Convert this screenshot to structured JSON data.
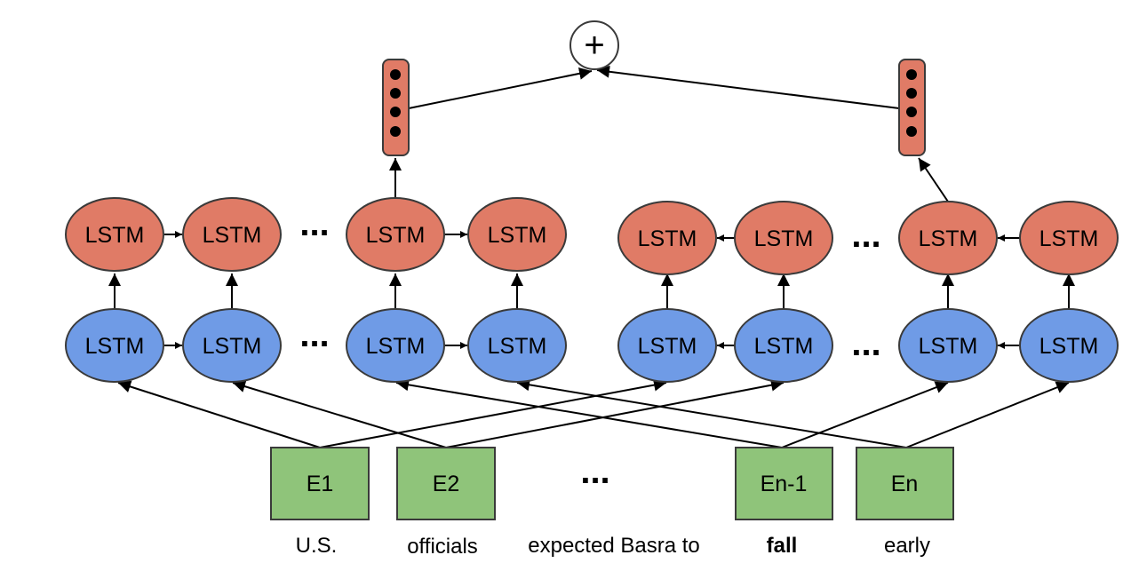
{
  "colors": {
    "forward_lstm": "#e07b66",
    "backward_input_lstm": "#6f9be6",
    "embedding": "#8fc47a",
    "vector": "#e07b66",
    "stroke": "#3a3a3a"
  },
  "labels": {
    "lstm": "LSTM",
    "ellipsis": "...",
    "plus": "+"
  },
  "embeddings": [
    "E1",
    "E2",
    "En-1",
    "En"
  ],
  "words": {
    "w1": "U.S.",
    "w2": "officials",
    "w_mid": "expected Basra to",
    "w3": "fall",
    "w4": "early"
  }
}
